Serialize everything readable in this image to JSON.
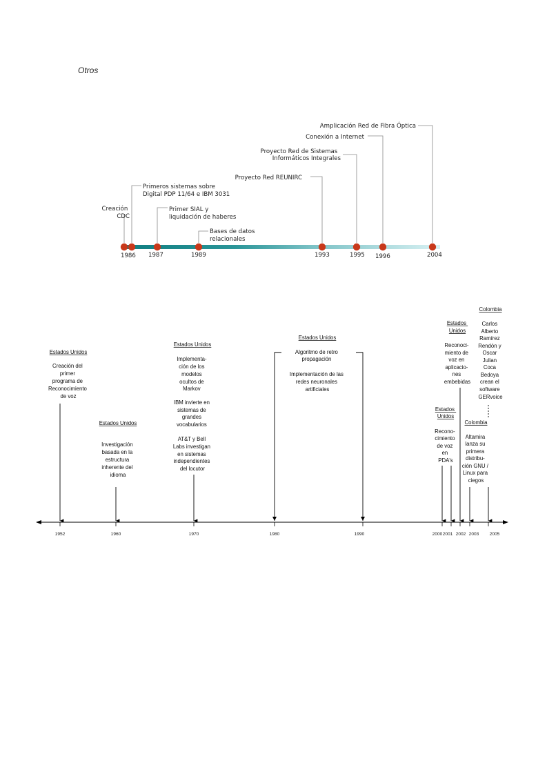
{
  "page": {
    "heading": "Otros"
  },
  "timeline_top": {
    "years": [
      {
        "label": "1986"
      },
      {
        "label": "1987"
      },
      {
        "label": "1989"
      },
      {
        "label": "1993"
      },
      {
        "label": "1995"
      },
      {
        "label": "1996"
      },
      {
        "label": "2004"
      }
    ],
    "events": [
      {
        "lines": [
          "Creación",
          "CDC"
        ]
      },
      {
        "lines": [
          "Primeros sistemas sobre",
          "Digital PDP 11/64 e IBM 3031"
        ]
      },
      {
        "lines": [
          "Primer SIAL y",
          "liquidación de haberes"
        ]
      },
      {
        "lines": [
          "Bases de datos",
          "relacionales"
        ]
      },
      {
        "lines": [
          "Proyecto Red REUNIRC"
        ]
      },
      {
        "lines": [
          "Proyecto Red de Sistemas",
          "Informáticos Integrales"
        ]
      },
      {
        "lines": [
          "Conexión a Internet"
        ]
      },
      {
        "lines": [
          "Amplicación Red de Fibra Óptica"
        ]
      }
    ],
    "colors": {
      "dot": "#c8381a",
      "bar_dark": "#0f7d80",
      "bar_light": "#d8f1f3"
    }
  },
  "timeline_bottom": {
    "years": [
      {
        "label": "1952"
      },
      {
        "label": "1960"
      },
      {
        "label": "1970"
      },
      {
        "label": "1980"
      },
      {
        "label": "1990"
      },
      {
        "label": "2000"
      },
      {
        "label": "2001"
      },
      {
        "label": "2002"
      },
      {
        "label": "2003"
      },
      {
        "label": "2005"
      }
    ],
    "blocks": [
      {
        "country": "Estados Unidos",
        "lines": [
          "Creación del",
          "primer",
          "programa de",
          "Reconocimiento",
          "de voz"
        ]
      },
      {
        "country": "Estados Unidos",
        "lines": [
          "Investigación",
          "basada en la",
          "estructura",
          "inherente del",
          "idioma"
        ]
      },
      {
        "country": "Estados Unidos",
        "lines": [
          "Implementa-",
          "ción de los",
          "modelos",
          "ocultos de",
          "Markov",
          "",
          "IBM invierte en",
          "sistemas de",
          "grandes",
          "vocabularios",
          "",
          "AT&T y Bell",
          "Labs investigan",
          "en sistemas",
          "independientes",
          "del locutor"
        ]
      },
      {
        "country": "Estados Unidos",
        "lines": [
          "Algoritmo de retro",
          "propagación",
          "",
          "Implementación de las",
          "redes neuronales",
          "artificiales"
        ]
      },
      {
        "country": "Estados Unidos",
        "lines": [
          "Reconoci-",
          "miento de",
          "voz en",
          "aplicacio-",
          "nes",
          "embebidas"
        ]
      },
      {
        "country": "Estados Unidos",
        "lines": [
          "Recono-",
          "cimiento",
          "de voz",
          "en",
          "PDA's"
        ]
      },
      {
        "country": "Colombia",
        "lines": [
          "Carlos",
          "Alberto",
          "Ramírez",
          "Rendón y",
          "Oscar",
          "Julian",
          "Coca",
          "Bedoya",
          "crean el",
          "software",
          "GERvoice"
        ]
      },
      {
        "country": "Colombia",
        "lines": [
          "Altamira",
          "lanza su",
          "primera",
          "distribu-",
          "ción GNU /",
          "Linux para",
          "ciegos"
        ]
      }
    ]
  }
}
